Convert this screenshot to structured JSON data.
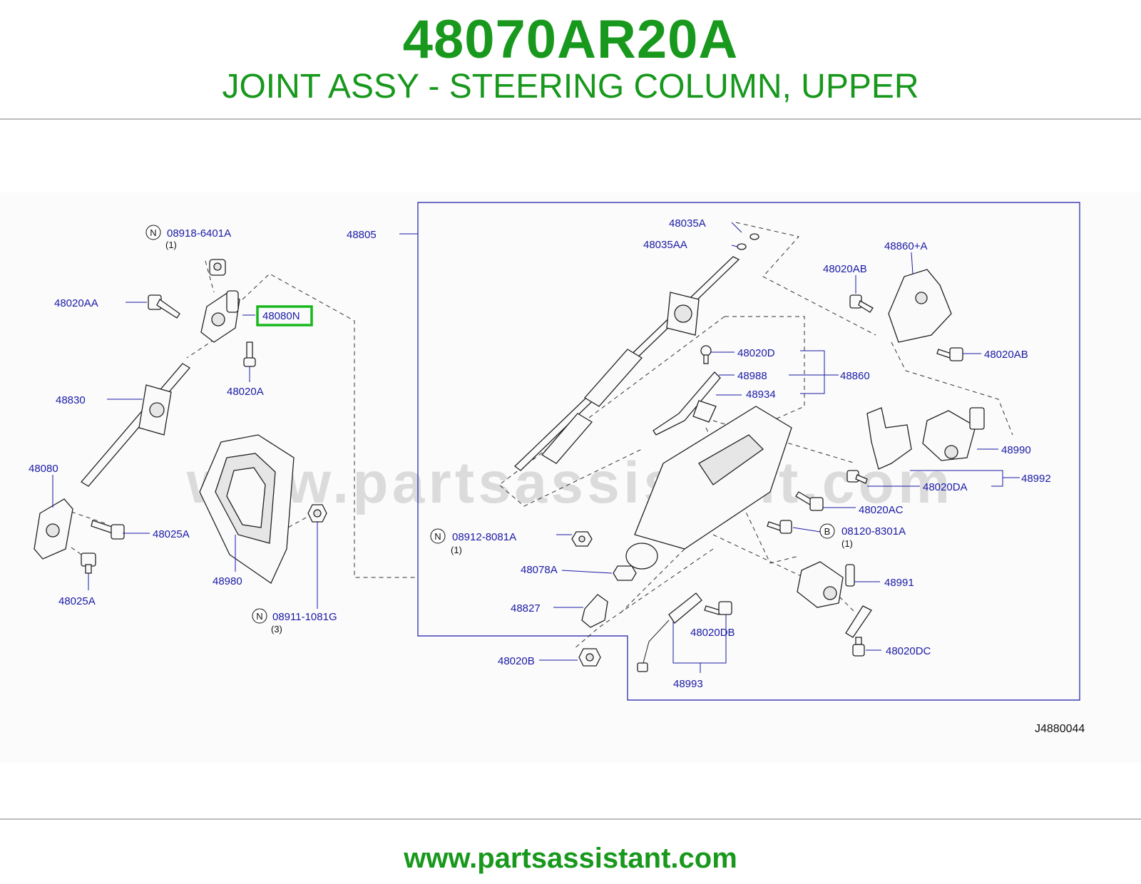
{
  "header": {
    "part_number": "48070AR20A",
    "description": "JOINT ASSY - STEERING COLUMN, UPPER"
  },
  "watermark": "www.partsassistant.com",
  "footer": {
    "url": "www.partsassistant.com"
  },
  "diagram": {
    "ref_code": "J4880044",
    "highlight_color": "#18b81c",
    "labels": {
      "l08918": "08918-6401A",
      "q08918": "(1)",
      "l48020AA": "48020AA",
      "l48080N": "48080N",
      "l48020A": "48020A",
      "l48830": "48830",
      "l48080": "48080",
      "l48025A_1": "48025A",
      "l48025A_2": "48025A",
      "l48980": "48980",
      "l08911": "08911-1081G",
      "q08911": "(3)",
      "l48805": "48805",
      "l48035A": "48035A",
      "l48035AA": "48035AA",
      "l48860A": "48860+A",
      "l48020AB_1": "48020AB",
      "l48020AB_2": "48020AB",
      "l48020D": "48020D",
      "l48988": "48988",
      "l48934": "48934",
      "l48860": "48860",
      "l48990": "48990",
      "l48992": "48992",
      "l48020DA": "48020DA",
      "l48020AC": "48020AC",
      "l08912": "08912-8081A",
      "q08912": "(1)",
      "l08120": "08120-8301A",
      "q08120": "(1)",
      "l48078A": "48078A",
      "l48991": "48991",
      "l48827": "48827",
      "l48020DB": "48020DB",
      "l48020DC": "48020DC",
      "l48020B": "48020B",
      "l48993": "48993"
    },
    "badges": {
      "n1": "N",
      "n2": "N",
      "n3": "N",
      "b1": "B"
    }
  }
}
